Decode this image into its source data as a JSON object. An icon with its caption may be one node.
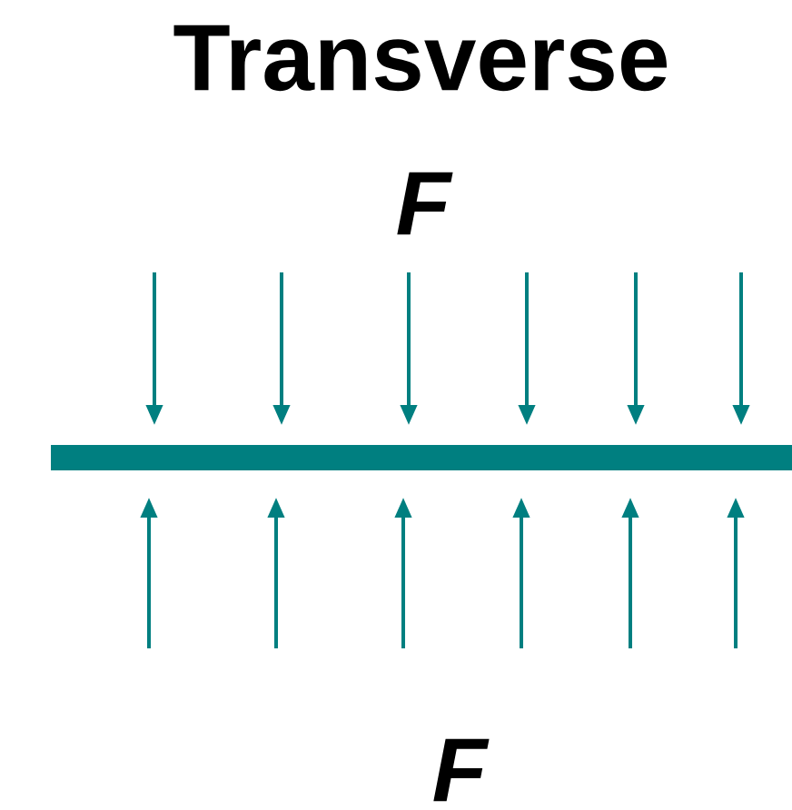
{
  "diagram": {
    "title": "Transverse",
    "nodes": [
      {
        "text": [],
        "shape": "bar"
      }
    ],
    "labels": [
      "F",
      "F"
    ]
  }
}
